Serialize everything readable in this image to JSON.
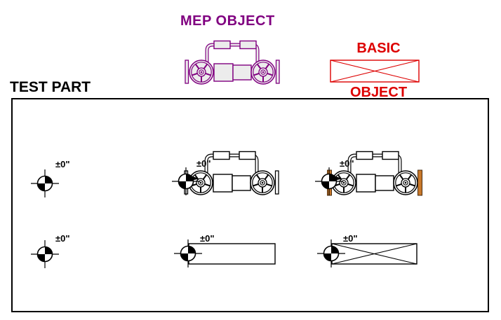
{
  "legend": {
    "mep": {
      "label": "MEP OBJECT",
      "symbol": "valve-assembly-plan"
    },
    "basic": {
      "label_line1": "BASIC",
      "label_line2": "OBJECT",
      "symbol": "crossed-box"
    }
  },
  "test_part": {
    "title": "TEST PART",
    "rows": {
      "row1": {
        "left_marker_label": "±0\"",
        "middle_marker_label": "±0\"",
        "right_marker_label": "±0\"",
        "middle_object": "mep-valve-assembly",
        "right_object": "mep-valve-assembly-with-orange-end-fittings"
      },
      "row2": {
        "left_marker_label": "±0\"",
        "middle_marker_label": "±0\"",
        "right_marker_label": "±0\"",
        "middle_object": "plain-rectangle",
        "right_object": "crossed-rectangle"
      }
    },
    "marker_symbol": "spot-elevation-target"
  },
  "colors": {
    "mep_purple": "#800080",
    "basic_red": "#dd0000",
    "fitting_orange": "#c8782a",
    "drawing_black": "#000000",
    "object_fill_gray": "#ececec"
  }
}
